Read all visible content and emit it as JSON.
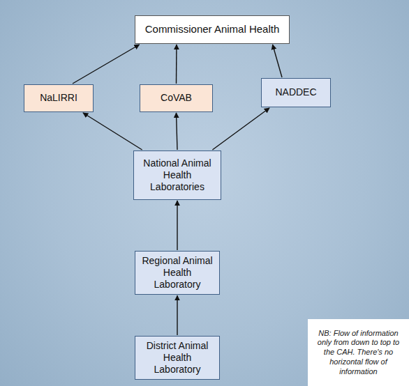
{
  "diagram": {
    "nodes": [
      {
        "text": [
          "Commissioner Animal Health"
        ]
      },
      {
        "text": [
          "NaLIRRI"
        ]
      },
      {
        "text": [
          "CoVAB"
        ]
      },
      {
        "text": [
          "NADDEC"
        ]
      },
      {
        "text": [
          "National Animal Health Laboratories"
        ]
      },
      {
        "text": [
          "Regional Animal Health Laboratory"
        ]
      },
      {
        "text": [
          "District Animal Health Laboratory"
        ]
      },
      {
        "text": [
          "NB: Flow of information only from down to top to the CAH. There's no horizontal flow of information"
        ]
      }
    ],
    "edges": [
      {
        "from": 1,
        "to": 0,
        "arrow": "to"
      },
      {
        "from": 2,
        "to": 0,
        "arrow": "to"
      },
      {
        "from": 3,
        "to": 0,
        "arrow": "to"
      },
      {
        "from": 4,
        "to": 1,
        "arrow": "to"
      },
      {
        "from": 4,
        "to": 2,
        "arrow": "to"
      },
      {
        "from": 4,
        "to": 3,
        "arrow": "to"
      },
      {
        "from": 5,
        "to": 4,
        "arrow": "to"
      },
      {
        "from": 6,
        "to": 5,
        "arrow": "to"
      }
    ]
  }
}
